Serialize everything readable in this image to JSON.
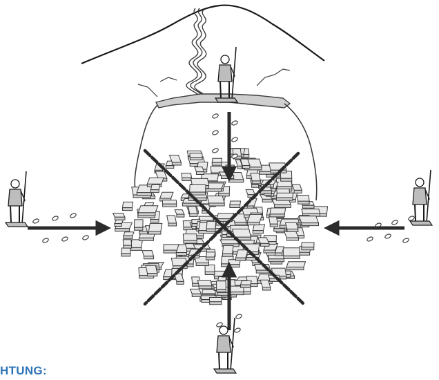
{
  "caption": {
    "text": "HTUNG:"
  },
  "colors": {
    "caption": "#2e73b8",
    "arrow": "#2b2b2b",
    "slab_fill": "#cfcfcf",
    "slab_top": "#e9e9e9",
    "stroke": "#3a3a3a",
    "cross": "#2b2b2b",
    "figure_fill": "#bdbdbd"
  },
  "scene": {
    "figures": [
      {
        "name": "observer-top",
        "icon": "hiker-figure-icon"
      },
      {
        "name": "observer-left",
        "icon": "hiker-figure-icon"
      },
      {
        "name": "observer-right",
        "icon": "hiker-figure-icon"
      },
      {
        "name": "observer-bottom",
        "icon": "hiker-figure-icon"
      }
    ],
    "arrows": [
      "arrow-from-top",
      "arrow-from-left",
      "arrow-from-right",
      "arrow-from-bottom"
    ],
    "prohibition": "cross-out-x-icon"
  }
}
